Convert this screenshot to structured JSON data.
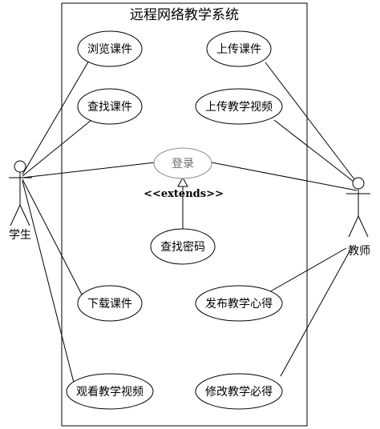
{
  "system": {
    "title": "远程网络教学系统"
  },
  "actors": {
    "student": "学生",
    "teacher": "教师"
  },
  "use_cases": {
    "browse_courseware": "浏览课件",
    "find_courseware": "查找课件",
    "download_courseware": "下载课件",
    "watch_video": "观看教学视频",
    "upload_courseware": "上传课件",
    "upload_video": "上传教学视频",
    "login": "登录",
    "find_password": "查找密码",
    "publish_notes": "发布教学心得",
    "modify_notes": "修改教学必得"
  },
  "relations": {
    "extends_label": "<<extends>>"
  }
}
